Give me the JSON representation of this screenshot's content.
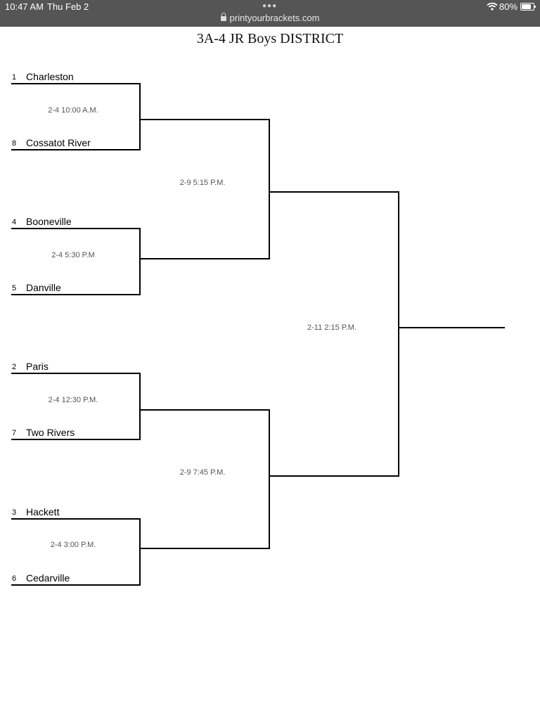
{
  "status_bar": {
    "time": "10:47 AM",
    "date": "Thu Feb 2",
    "url": "printyourbrackets.com",
    "battery": "80%"
  },
  "bracket": {
    "title": "3A-4 JR Boys DISTRICT",
    "teams": [
      {
        "seed": "1",
        "name": "Charleston"
      },
      {
        "seed": "8",
        "name": "Cossatot River"
      },
      {
        "seed": "4",
        "name": "Booneville"
      },
      {
        "seed": "5",
        "name": "Danville"
      },
      {
        "seed": "2",
        "name": "Paris"
      },
      {
        "seed": "7",
        "name": "Two Rivers"
      },
      {
        "seed": "3",
        "name": "Hackett"
      },
      {
        "seed": "6",
        "name": "Cedarville"
      }
    ],
    "round1_games": [
      "2-4 10:00 A.M.",
      "2-4 5:30 P.M",
      "2-4 12:30 P.M.",
      "2-4 3:00 P.M."
    ],
    "semifinal_games": [
      "2-9 5:15 P.M.",
      "2-9 7:45 P.M."
    ],
    "final_game": "2-11 2:15 P.M."
  }
}
